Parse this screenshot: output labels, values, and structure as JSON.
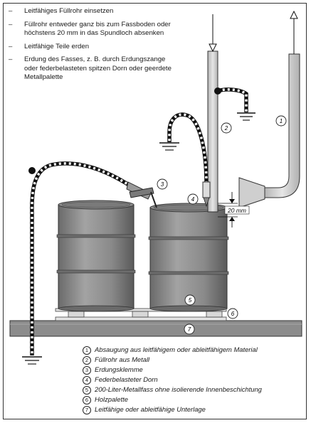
{
  "bullets": [
    {
      "dash": "–",
      "text": "Leitfähiges Füllrohr einsetzen"
    },
    {
      "dash": "–",
      "text": "Füllrohr entweder ganz bis zum Fassboden oder höchstens 20 mm in das Spundloch absenken"
    },
    {
      "dash": "–",
      "text": "Leitfähige Teile erden"
    },
    {
      "dash": "–",
      "text": "Erdung des Fasses, z. B. durch Erdungszange oder federbelasteten spitzen Dorn oder geerdete Metallpalette"
    }
  ],
  "callouts": [
    "1",
    "2",
    "3",
    "4",
    "5",
    "6",
    "7"
  ],
  "dimension_label": "20 mm",
  "legend": [
    {
      "num": "1",
      "text": "Absaugung aus leitfähigem oder ableitfähigem Material"
    },
    {
      "num": "2",
      "text": "Füllrohr aus Metall"
    },
    {
      "num": "3",
      "text": "Erdungsklemme"
    },
    {
      "num": "4",
      "text": "Federbelasteter Dorn"
    },
    {
      "num": "5",
      "text": "200-Liter-Metallfass ohne isolierende Innenbeschichtung"
    },
    {
      "num": "6",
      "text": "Holzpalette"
    },
    {
      "num": "7",
      "text": "Leitfähige oder ableitfähige Unterlage"
    }
  ],
  "colors": {
    "drum": "#8a8a8a",
    "drum_dark": "#5e5e5e",
    "pipe": "#c9c9c9",
    "base": "#8c8c8c",
    "cable": "#111111"
  }
}
